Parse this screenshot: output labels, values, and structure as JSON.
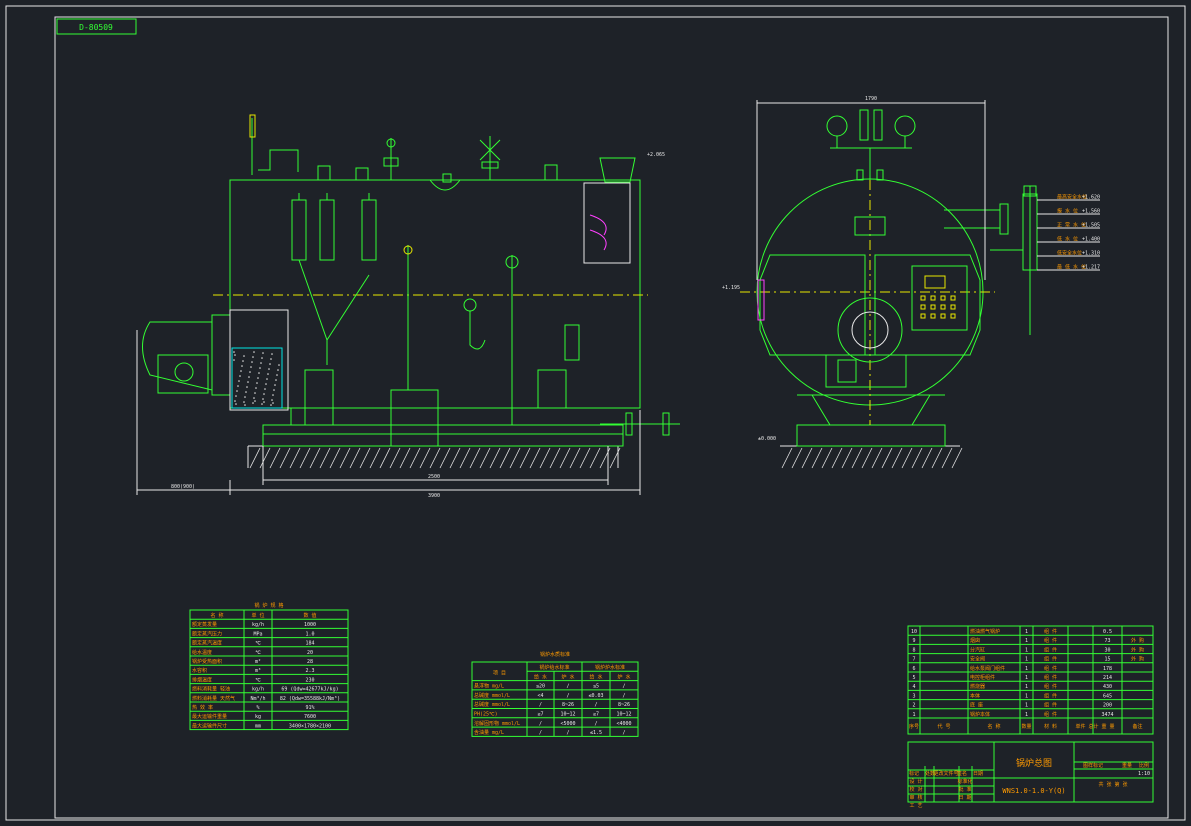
{
  "drawing": {
    "number": "D-80509",
    "title": "锅炉总图",
    "model": "WNS1.0-1.0-Y(Q)",
    "scale": "1:10"
  },
  "dimensions": {
    "front_total": "3900",
    "front_inner": "2500",
    "front_burner": "800(900)",
    "side_width": "1790",
    "side_floor": "±0.000",
    "side_axis": "+1.195",
    "side_top": "+2.065"
  },
  "side_elevations": [
    {
      "label": "最高安全水位",
      "value": "+1.620"
    },
    {
      "label": "报 水 位",
      "value": "+1.560"
    },
    {
      "label": "正 常 水 位",
      "value": "+1.505"
    },
    {
      "label": "低 水 位",
      "value": "+1.400"
    },
    {
      "label": "低安全水位",
      "value": "+1.310"
    },
    {
      "label": "最 低 水 位",
      "value": "+1.217"
    }
  ],
  "tech_table": {
    "title": "锅 炉 规 格",
    "headers": [
      "名 称",
      "单 位",
      "数 值"
    ],
    "rows": [
      [
        "额定蒸发量",
        "kg/h",
        "1000"
      ],
      [
        "额定蒸汽压力",
        "MPa",
        "1.0"
      ],
      [
        "额定蒸汽温度",
        "℃",
        "184"
      ],
      [
        "给水温度",
        "℃",
        "20"
      ],
      [
        "锅炉受热面积",
        "m²",
        "28"
      ],
      [
        "水容积",
        "m³",
        "2.3"
      ],
      [
        "排烟温度",
        "℃",
        "230"
      ],
      [
        "燃料消耗量 轻油",
        "kg/h",
        "69 (Qdw=42677kJ/kg)"
      ],
      [
        "燃料消耗量 天然气",
        "Nm³/h",
        "82 (Qdw=35588kJ/Nm³)"
      ],
      [
        "热 效 率",
        "%",
        "91%"
      ],
      [
        "最大运输件重量",
        "kg",
        "7600"
      ],
      [
        "最大运输件尺寸",
        "mm",
        "3400×1780×2100"
      ]
    ]
  },
  "water_table": {
    "title": "锅炉水质标准",
    "group_a": "锅炉给水标准",
    "group_b": "锅炉炉水标准",
    "sub_headers": [
      "项 目",
      "给 水",
      "炉 水",
      "给 水",
      "炉 水"
    ],
    "rows": [
      [
        "悬浮物 mg/L",
        "≤20",
        "/",
        "≤5",
        "/"
      ],
      [
        "总碱度 mmol/L",
        "<4",
        "/",
        "≤0.03",
        "/"
      ],
      [
        "总碱度 mmol/L",
        "/",
        "8~26",
        "/",
        "8~26"
      ],
      [
        "PH(25℃)",
        "≥7",
        "10~12",
        "≥7",
        "10~12"
      ],
      [
        "溶解固形物 mmol/L",
        "/",
        "<5000",
        "/",
        "<4000"
      ],
      [
        "含油量 mg/L",
        "/",
        "/",
        "≤1.5",
        "/"
      ]
    ]
  },
  "parts": [
    {
      "no": "10",
      "name": "燃油燃气锅炉",
      "qty": "1",
      "mat": "组 件",
      "weight": "0.5",
      "note": ""
    },
    {
      "no": "9",
      "name": "烟囱",
      "qty": "1",
      "mat": "组 件",
      "weight": "73",
      "note": "外 购"
    },
    {
      "no": "8",
      "name": "分汽缸",
      "qty": "1",
      "mat": "组 件",
      "weight": "30",
      "note": "外 购"
    },
    {
      "no": "7",
      "name": "安全阀",
      "qty": "1",
      "mat": "组 件",
      "weight": "15",
      "note": "外 购"
    },
    {
      "no": "6",
      "name": "给水泵阀门组件",
      "qty": "1",
      "mat": "组 件",
      "weight": "178",
      "note": ""
    },
    {
      "no": "5",
      "name": "电控柜组件",
      "qty": "1",
      "mat": "组 件",
      "weight": "214",
      "note": ""
    },
    {
      "no": "4",
      "name": "燃烧器",
      "qty": "1",
      "mat": "组 件",
      "weight": "430",
      "note": ""
    },
    {
      "no": "3",
      "name": "本体",
      "qty": "1",
      "mat": "组 件",
      "weight": "645",
      "note": ""
    },
    {
      "no": "2",
      "name": "底 座",
      "qty": "1",
      "mat": "组 件",
      "weight": "200",
      "note": ""
    },
    {
      "no": "1",
      "name": "锅炉本体",
      "qty": "1",
      "mat": "组 件",
      "weight": "3474",
      "note": ""
    }
  ],
  "parts_headers": {
    "no": "序号",
    "code": "代 号",
    "name": "名 称",
    "qty": "数量",
    "mat": "材 料",
    "weight": "单件 总计 重 量",
    "note": "备注"
  },
  "title_block": {
    "labels": [
      "标记",
      "处数",
      "更改文件号",
      "签名",
      "日期"
    ],
    "roles": [
      "设 计",
      "校 对",
      "审 核",
      "工 艺"
    ],
    "roles_b": [
      "标准化",
      "批 准",
      "日 期"
    ],
    "stage_label": "图样标记",
    "weight_label": "重量",
    "scale_label": "比例",
    "sheet_label": "共  张  第  张"
  }
}
